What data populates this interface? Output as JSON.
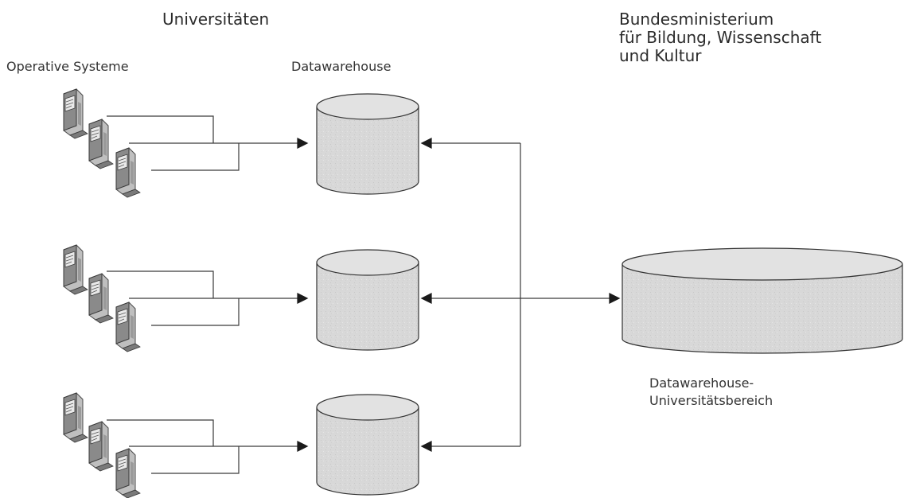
{
  "labels": {
    "universities": "Universitäten",
    "operative_systems": "Operative Systeme",
    "datawarehouse": "Datawarehouse",
    "ministry_line1": "Bundesministerium",
    "ministry_line2": "für Bildung, Wissenschaft",
    "ministry_line3": "und Kultur",
    "central_dw_line1": "Datawarehouse-",
    "central_dw_line2": "Universitätsbereich"
  },
  "groups": [
    {
      "id": "university-1",
      "computers": 3
    },
    {
      "id": "university-2",
      "computers": 3
    },
    {
      "id": "university-3",
      "computers": 3
    }
  ],
  "colors": {
    "line": "#3a3a3a",
    "cylinder_fill": "#d9d9d9",
    "cylinder_top": "#e4e4e4",
    "computer_dark": "#5a5a5a",
    "computer_light": "#bdbdbd"
  }
}
